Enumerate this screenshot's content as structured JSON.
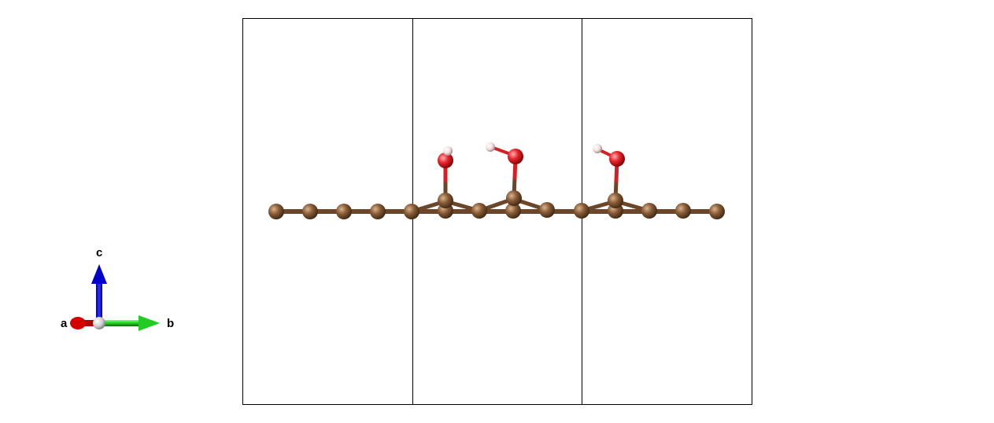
{
  "axes_indicator": {
    "labels": {
      "a": "a",
      "b": "b",
      "c": "c"
    },
    "colors": {
      "a": "#d40000",
      "b": "#22cc22",
      "c": "#0000cc",
      "origin": "#cccccc"
    }
  },
  "structure": {
    "atom_colors": {
      "C": "#7a5230",
      "O": "#e8252b",
      "H": "#f2dede"
    },
    "bond_color": "#7a5230",
    "cell_line_color": "#000000",
    "cell_count": 3
  }
}
